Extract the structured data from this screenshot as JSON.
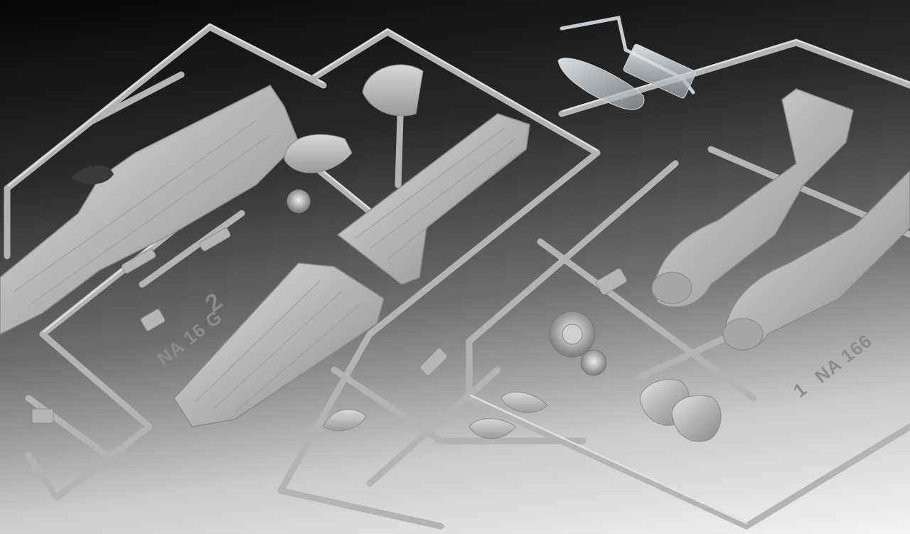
{
  "photo": {
    "subject": "Plastic model kit sprues with aircraft parts",
    "palette": {
      "background_dark": "#050505",
      "background_light": "#f4f4f4",
      "plastic": "#b9b9b9",
      "plastic_highlight": "#e2e2e2",
      "plastic_shadow": "#7f7f7f",
      "clear_parts": "#dfe6ea"
    }
  },
  "sprue_markings": {
    "left_sprue_code": "NA 16 G",
    "left_sprue_number": "2",
    "right_sprue_code": "NA 166",
    "right_sprue_number": "1"
  }
}
